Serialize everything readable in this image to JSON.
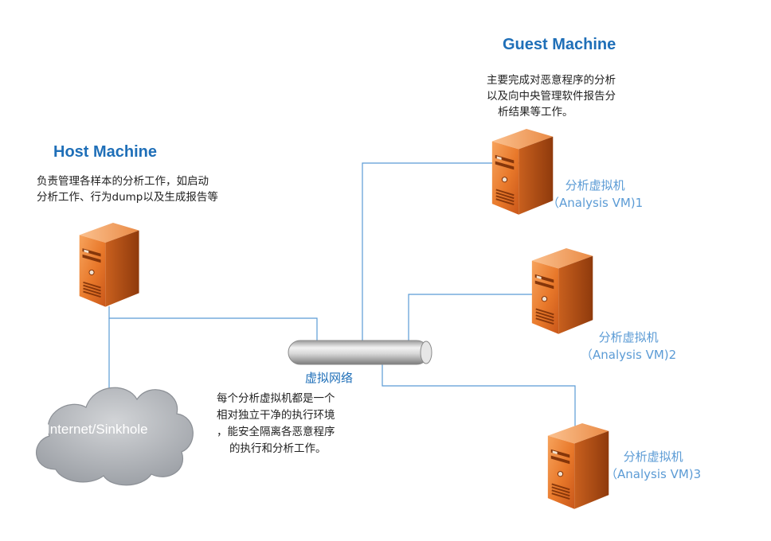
{
  "host": {
    "title": "Host Machine",
    "desc_lines": [
      "负责管理各样本的分析工作，如启动",
      "分析工作、行为dump以及生成报告等"
    ]
  },
  "guest": {
    "title": "Guest Machine",
    "desc_lines": [
      "主要完成对恶意程序的分析",
      "以及向中央管理软件报告分",
      "析结果等工作。"
    ]
  },
  "network": {
    "label": "虚拟网络",
    "desc_lines": [
      "每个分析虚拟机都是一个",
      "相对独立干净的执行环境",
      "，能安全隔离各恶意程序",
      "的执行和分析工作。"
    ]
  },
  "cloud": {
    "label": "Internet/Sinkhole"
  },
  "vms": [
    {
      "name": "分析虚拟机",
      "sub": "（Analysis VM)1"
    },
    {
      "name": "分析虚拟机",
      "sub": "（Analysis VM)2"
    },
    {
      "name": "分析虚拟机",
      "sub": "（Analysis VM)3"
    }
  ],
  "colors": {
    "title": "#1f6fb8",
    "vm_label": "#5b9bd5",
    "connector": "#5b9bd5",
    "server_front": "#e8782a",
    "server_side": "#b44d12",
    "cloud": "#b5b8bd"
  }
}
